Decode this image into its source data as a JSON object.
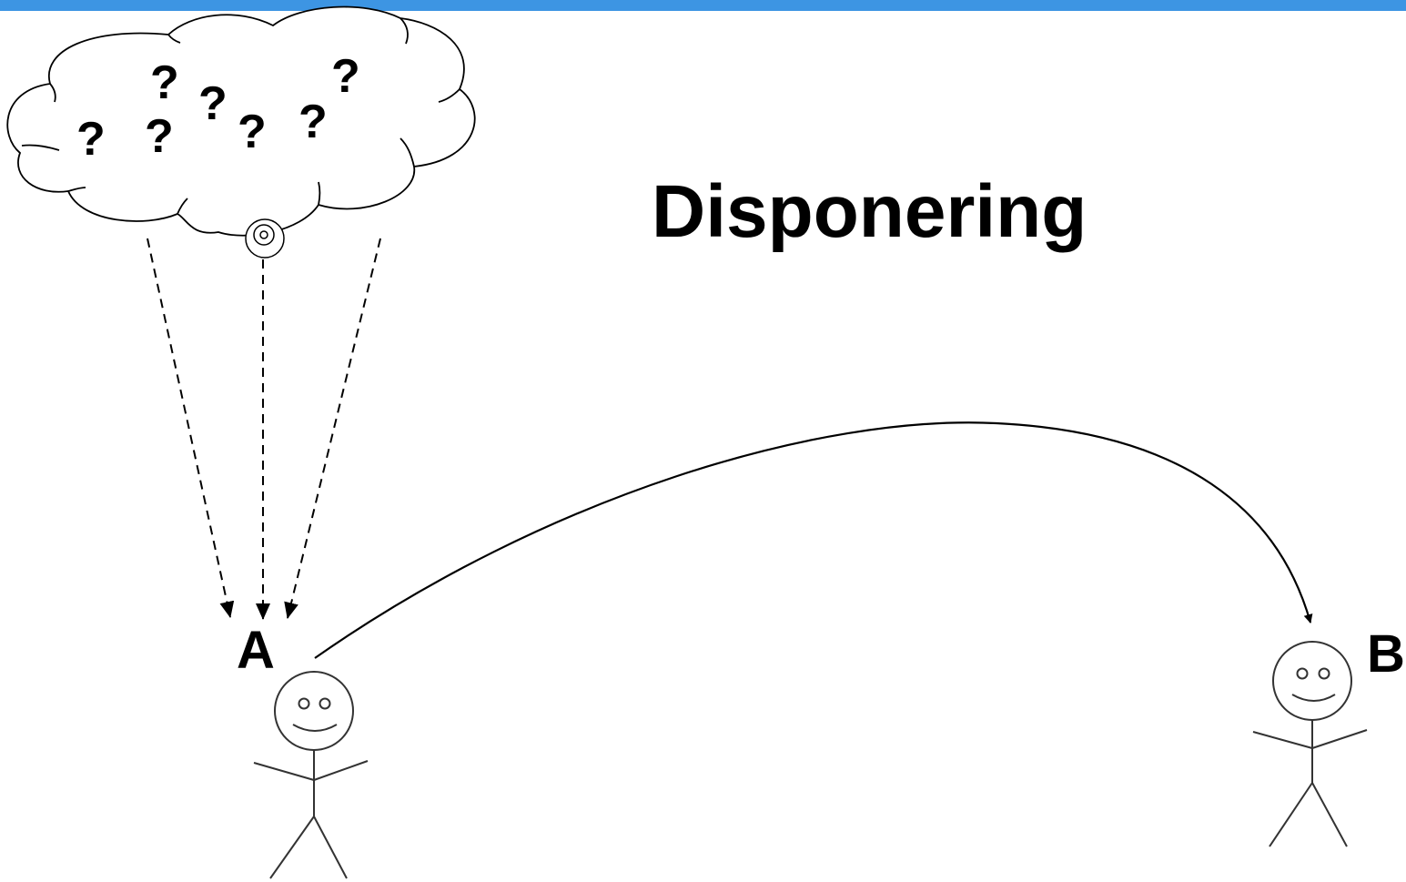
{
  "colors": {
    "top_bar": "#3d95e3",
    "stroke": "#000000",
    "figure_stroke": "#333333"
  },
  "title": "Disponering",
  "thought_cloud": {
    "marks": [
      "?",
      "?",
      "?",
      "?",
      "?",
      "?",
      "?"
    ]
  },
  "people": {
    "a": {
      "label": "A"
    },
    "b": {
      "label": "B"
    }
  },
  "icons": [
    "thought-cloud-icon",
    "stick-figure-icon",
    "arrow-icon"
  ]
}
